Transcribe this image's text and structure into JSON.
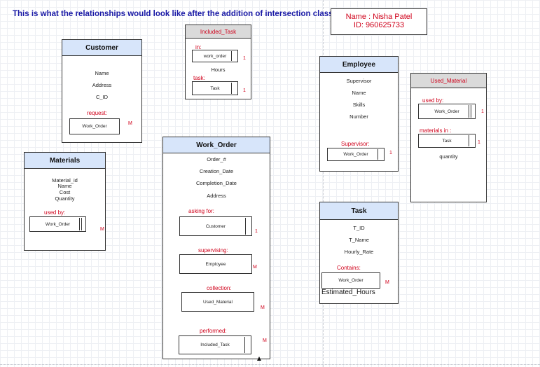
{
  "headline": "This is what the relationships would look like after the addition of intersection classes:",
  "author": {
    "name": "Name : Nisha Patel",
    "id": "ID: 960625733"
  },
  "customer": {
    "title": "Customer",
    "attributes": [
      "Name",
      "Address",
      "C_ID"
    ],
    "role": "request:",
    "ref": "Work_Order",
    "mult": "M"
  },
  "included_task": {
    "title": "Included_Task",
    "role_in": "in:",
    "ref_in": "work_order",
    "mult_in": "1",
    "attr": "Hours",
    "role_task": "task:",
    "ref_task": "Task",
    "mult_task": "1"
  },
  "employee": {
    "title": "Employee",
    "attributes": [
      "Supervisor",
      "Name",
      "Skills",
      "Number"
    ],
    "role": "Supervisor:",
    "ref": "Work_Order",
    "mult": "1"
  },
  "used_material": {
    "title": "Used_Material",
    "role_used": "used by:",
    "ref_used": "Work_Order",
    "mult_used": "1",
    "role_in": "materials in :",
    "ref_in": "Task",
    "mult_in": "1",
    "attr": "quantity"
  },
  "materials": {
    "title": "Materials",
    "attributes": [
      "Material_id",
      "Name",
      "Cost",
      "Quantity"
    ],
    "role": "used by:",
    "ref": "Work_Order",
    "mult": "M"
  },
  "work_order": {
    "title": "Work_Order",
    "attributes": [
      "Order_#",
      "Creation_Date",
      "Completion_Date",
      "Address"
    ],
    "assoc": [
      {
        "role": "asking for:",
        "ref": "Customer",
        "mult": "1"
      },
      {
        "role": "supervising:",
        "ref": "Employee",
        "mult": "M"
      },
      {
        "role": "collection:",
        "ref": "Used_Material",
        "mult": "M"
      },
      {
        "role": "performed:",
        "ref": "Included_Task",
        "mult": "M"
      }
    ]
  },
  "task": {
    "title": "Task",
    "attributes": [
      "T_ID",
      "T_Name",
      "Hourly_Rate"
    ],
    "role": "Contains:",
    "ref": "Work_Order",
    "mult": "M",
    "extra_attr": "Estimated_Hours"
  }
}
